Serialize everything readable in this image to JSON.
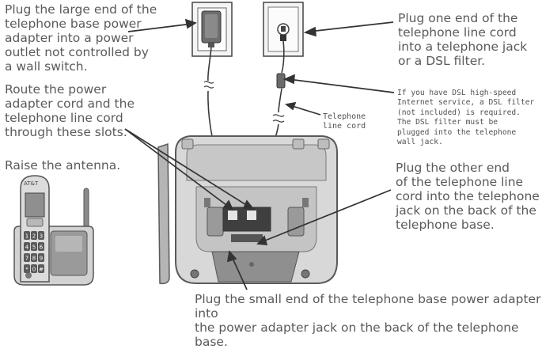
{
  "captions": {
    "plug_large_end": "Plug the large end of the\ntelephone base power\nadapter into a power\noutlet not controlled by\na wall switch.",
    "plug_phone_jack": "Plug one end of the\ntelephone line cord\ninto a telephone jack\nor a DSL filter.",
    "dsl_note": "If you have DSL high-speed\nInternet service, a DSL filter\n(not included) is required.\nThe DSL filter must be\nplugged into the telephone\nwall jack.",
    "telephone_line_cord": "Telephone\nline cord",
    "route_cords": "Route the power\nadapter cord and the\ntelephone line cord\nthrough these slots.",
    "raise_antenna": "Raise the antenna.",
    "plug_other_end": "Plug the other end\nof the telephone line\ncord into the telephone\njack on the back of the\ntelephone base.",
    "plug_small_end": "Plug the small end of the telephone base power adapter into\nthe power adapter jack on the back of the telephone base."
  },
  "handset": {
    "brand_text": "AT&T",
    "keypad_keys": [
      "1",
      "2",
      "3",
      "4",
      "5",
      "6",
      "7",
      "8",
      "9",
      "*",
      "0",
      "#"
    ]
  },
  "colors": {
    "text": "#5a5a5a",
    "line": "#3a3a3a",
    "base_fill": "#d9d9d9",
    "base_dark": "#9a9a9a"
  }
}
